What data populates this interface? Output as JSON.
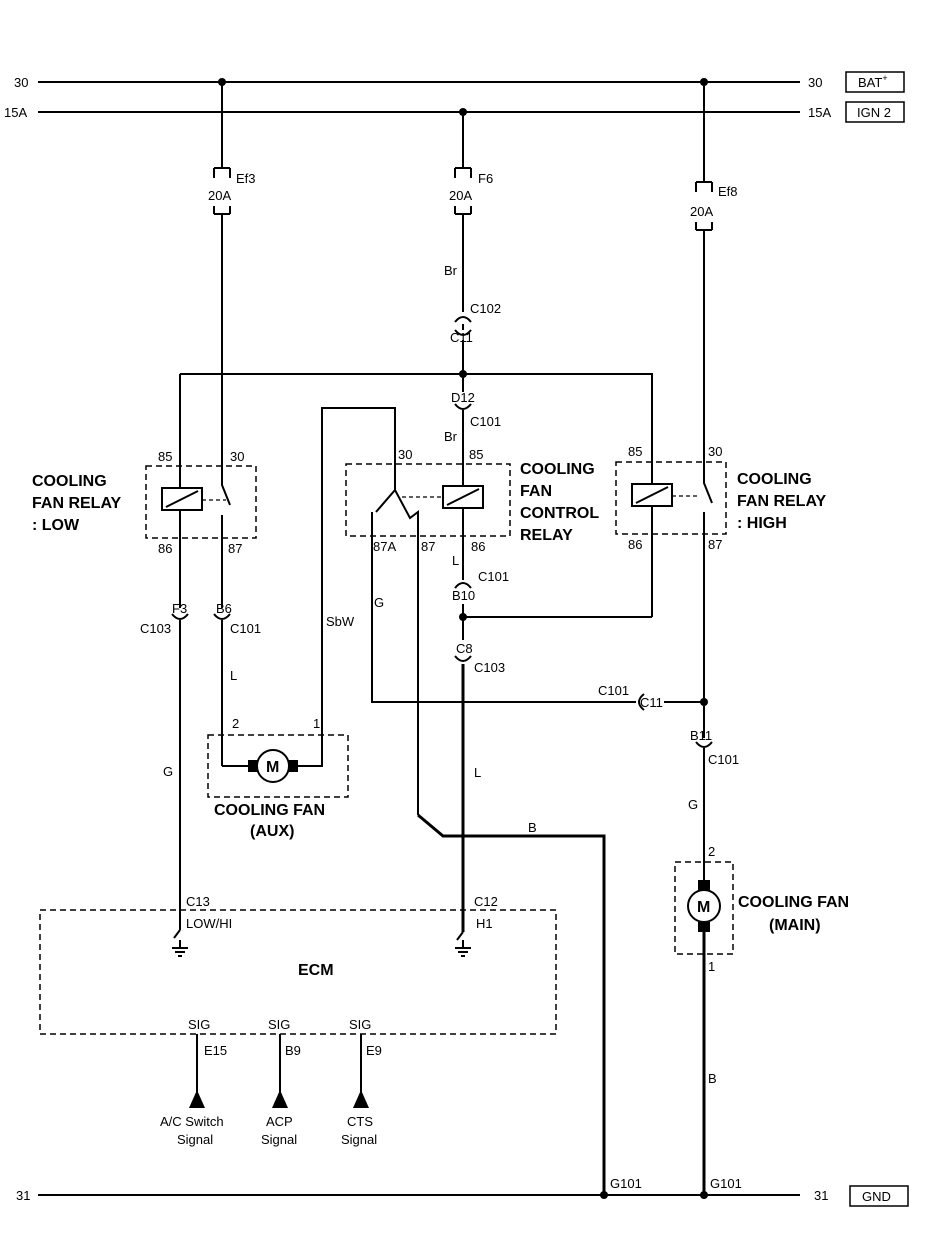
{
  "power": {
    "bus30_left": "30",
    "bus30_right": "30",
    "bat_tag": "BAT",
    "bat_sup": "+",
    "bus15a_left": "15A",
    "bus15a_right": "15A",
    "ign_tag": "IGN 2",
    "bus31_left": "31",
    "bus31_right": "31",
    "gnd_tag": "GND"
  },
  "fuses": {
    "ef3": {
      "name": "Ef3",
      "rating": "20A"
    },
    "f6": {
      "name": "F6",
      "rating": "20A"
    },
    "ef8": {
      "name": "Ef8",
      "rating": "20A"
    }
  },
  "relays": {
    "low": {
      "title": [
        "COOLING",
        "FAN RELAY",
        ": LOW"
      ],
      "pins": {
        "p85": "85",
        "p30": "30",
        "p86": "86",
        "p87": "87"
      }
    },
    "control": {
      "title": [
        "COOLING",
        "FAN",
        "CONTROL",
        "RELAY"
      ],
      "pins": {
        "p30": "30",
        "p85": "85",
        "p87a": "87A",
        "p87": "87",
        "p86": "86"
      }
    },
    "high": {
      "title": [
        "COOLING",
        "FAN RELAY",
        ": HIGH"
      ],
      "pins": {
        "p85": "85",
        "p30": "30",
        "p86": "86",
        "p87": "87"
      }
    }
  },
  "wire_colors": {
    "br1": "Br",
    "br2": "Br",
    "l_ctrl": "L",
    "g_ctrl": "G",
    "sbw": "SbW",
    "l_low": "L",
    "g_f3": "G",
    "l_c8": "L",
    "b_ecm": "B",
    "g_main": "G",
    "b_main": "B"
  },
  "connectors": {
    "c102": "C102",
    "c11_top": "C11",
    "d12": "D12",
    "c101_d12": "C101",
    "c101_b10": "C101",
    "b10": "B10",
    "c8": "C8",
    "c103_c8": "C103",
    "f3": "F3",
    "c103_f3": "C103",
    "b6": "B6",
    "c101_b6": "C101",
    "c101_c11": "C101",
    "c11_mid": "C11",
    "b11": "B11",
    "c101_b11": "C101",
    "c13": "C13",
    "c12": "C12",
    "g101_a": "G101",
    "g101_b": "G101"
  },
  "motors": {
    "aux": {
      "symbol": "M",
      "pin2": "2",
      "pin1": "1",
      "title": [
        "COOLING FAN",
        "(AUX)"
      ]
    },
    "main": {
      "symbol": "M",
      "pin2": "2",
      "pin1": "1",
      "title": [
        "COOLING FAN",
        "(MAIN)"
      ]
    }
  },
  "ecm": {
    "title": "ECM",
    "low_hi": "LOW/HI",
    "h1": "H1",
    "sig1": "SIG",
    "sig2": "SIG",
    "sig3": "SIG",
    "e15": "E15",
    "b9": "B9",
    "e9": "E9"
  },
  "signals": [
    {
      "line1": "A/C Switch",
      "line2": "Signal"
    },
    {
      "line1": "ACP",
      "line2": "Signal"
    },
    {
      "line1": "CTS",
      "line2": "Signal"
    }
  ]
}
